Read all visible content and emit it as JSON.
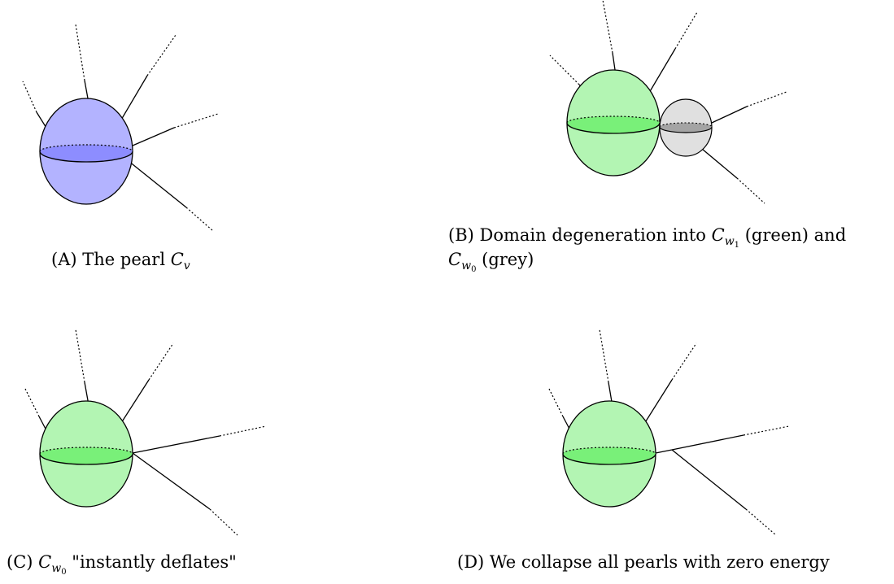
{
  "colors": {
    "blue_fill": "#b3b3ff",
    "blue_band": "#8080ff",
    "green_fill": "#b3f5b3",
    "green_band": "#66ee66",
    "grey_fill": "#e0e0e0",
    "grey_band": "#999999"
  },
  "panels": {
    "a": {
      "label": "(A)",
      "text": "The pearl",
      "symbol": "C",
      "subscript": "v"
    },
    "b": {
      "label": "(B)",
      "text1": "Domain degeneration into",
      "sym1": "C",
      "sub1": "w",
      "subsub1": "1",
      "text2": "(green) and",
      "sym2": "C",
      "sub2": "w",
      "subsub2": "0",
      "text3": "(grey)"
    },
    "c": {
      "label": "(C)",
      "symbol": "C",
      "subscript": "w",
      "subsub": "0",
      "text": "\"instantly deflates\""
    },
    "d": {
      "label": "(D)",
      "text": "We collapse all pearls with zero energy"
    }
  }
}
